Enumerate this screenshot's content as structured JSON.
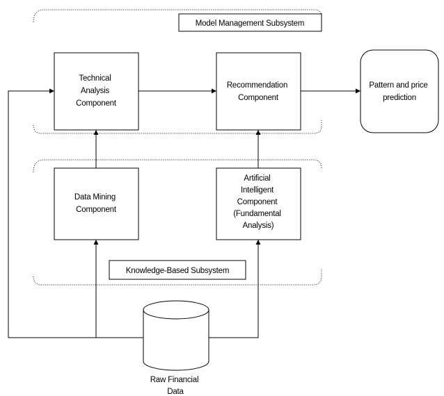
{
  "diagram": {
    "model_subsystem_label": "Model Management Subsystem",
    "knowledge_subsystem_label": "Knowledge-Based Subsystem",
    "technical_analysis": [
      "Technical",
      "Analysis",
      "Component"
    ],
    "recommendation": [
      "Recommendation",
      "Component"
    ],
    "prediction": [
      "Pattern and price",
      "prediction"
    ],
    "data_mining": [
      "Data Mining",
      "Component"
    ],
    "ai_component": [
      "Artificial",
      "Intelligent",
      "Component",
      "(Fundamental",
      "Analysis)"
    ],
    "raw_data": [
      "Raw Financial",
      "Data"
    ]
  }
}
